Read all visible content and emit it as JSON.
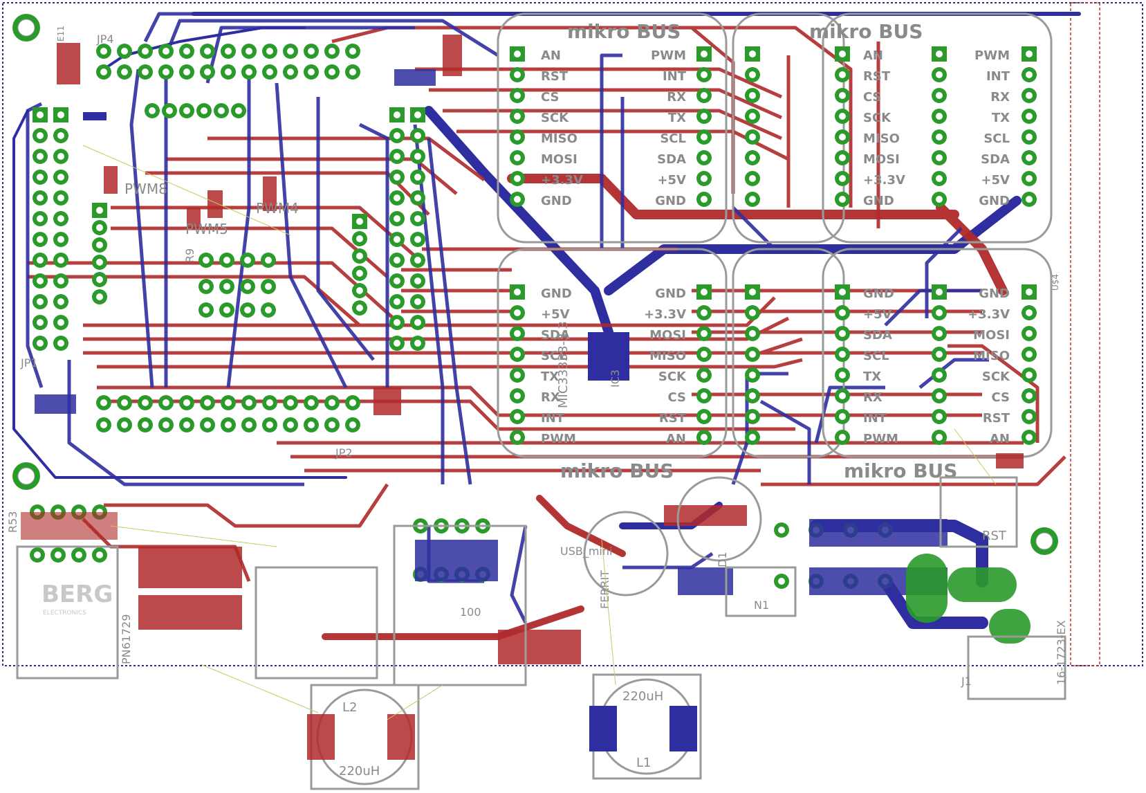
{
  "colors": {
    "background": "#ffffff",
    "top_copper": "#b02a2a",
    "bottom_copper": "#2e2ea0",
    "silk": "#9a9a9a",
    "silk_text": "#8a8a8a",
    "pad_green": "#2a9a2a",
    "airwire": "#c8c860",
    "board_outline": "#2a2a90",
    "dim_outline": "#c03030"
  },
  "mikrobus": {
    "logo": "mikro BUS",
    "left_pins": [
      "AN",
      "RST",
      "CS",
      "SCK",
      "MISO",
      "MOSI",
      "+3.3V",
      "GND"
    ],
    "right_pins": [
      "PWM",
      "INT",
      "RX",
      "TX",
      "SCL",
      "SDA",
      "+5V",
      "GND"
    ]
  },
  "labels": {
    "jp4": "JP4",
    "jp2": "JP2",
    "jp1": "JP1",
    "pwm8": "PWM8",
    "pwm4": "PWM4",
    "pwm5": "PWM5",
    "ic3": "MIC33333-3.3",
    "usb": "USB_mini",
    "rst": "RST",
    "l1_name": "L1",
    "l1_value": "220uH",
    "l2_name": "L2",
    "l2_value": "220uH",
    "n1": "N1",
    "j1": "J1",
    "r53": "R53",
    "berg": "BERG",
    "berg_sub": "ELECTRONICS",
    "ic_ref": "IC3",
    "res_100": "100",
    "dip": "16-1723-EX",
    "pn": "PN61729",
    "fuse": "FERRIT",
    "u4": "U$4",
    "e1": "E11",
    "r9": "R9",
    "d1": "D1"
  }
}
